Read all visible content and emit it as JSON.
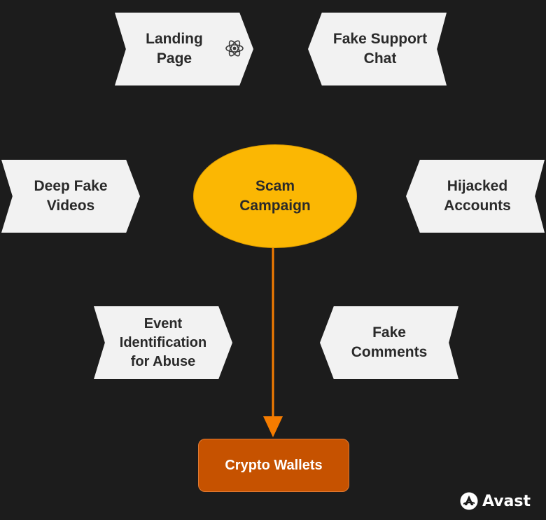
{
  "nodes": {
    "landing_page": "Landing\nPage",
    "fake_support_chat": "Fake Support\nChat",
    "deep_fake_videos": "Deep Fake\nVideos",
    "scam_campaign": "Scam\nCampaign",
    "hijacked_accounts": "Hijacked\nAccounts",
    "event_identification": "Event\nIdentification\nfor Abuse",
    "fake_comments": "Fake\nComments",
    "crypto_wallets": "Crypto Wallets"
  },
  "brand": {
    "name": "Avast"
  },
  "colors": {
    "background": "#1c1c1c",
    "chevron": "#f2f2f2",
    "center": "#fbb703",
    "arrow": "#f57c00",
    "wallet": "#c65200"
  },
  "icons": {
    "landing_page_icon": "atom-icon",
    "brand_icon": "avast-logo-icon"
  }
}
